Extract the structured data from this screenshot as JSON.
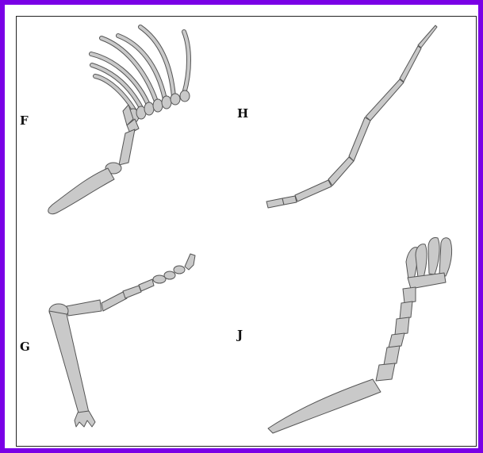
{
  "figure": {
    "border_color": "#7a00e6",
    "bone_fill": "#c9c9c9",
    "bone_stroke": "#555555",
    "panels": [
      {
        "id": "F",
        "label": "F"
      },
      {
        "id": "G",
        "label": "G"
      },
      {
        "id": "H",
        "label": "H"
      },
      {
        "id": "J",
        "label": "J"
      }
    ]
  }
}
